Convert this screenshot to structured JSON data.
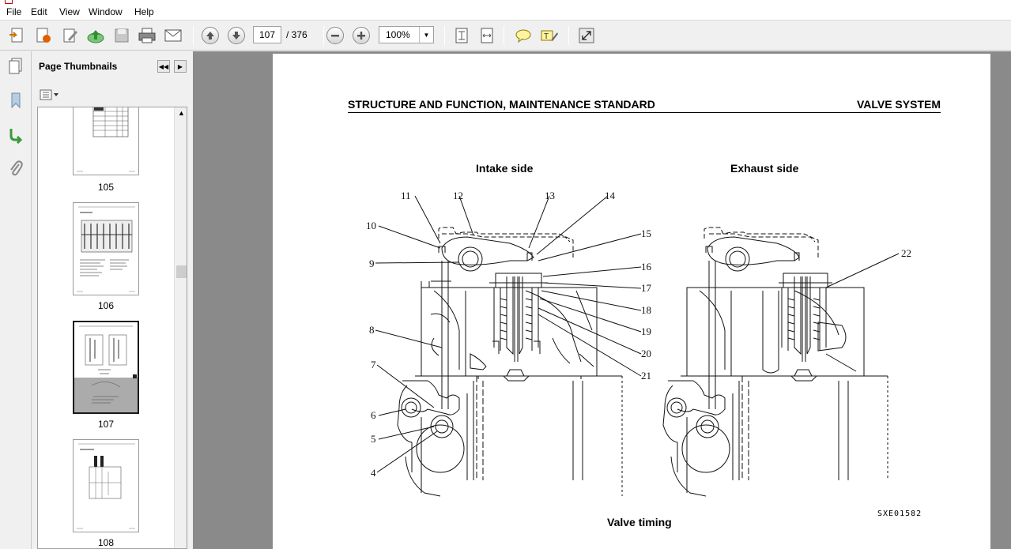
{
  "titlebar": {
    "text": ""
  },
  "menu": {
    "items": [
      "File",
      "Edit",
      "View",
      "Window",
      "Help"
    ]
  },
  "toolbar": {
    "page_current": "107",
    "page_total": "/ 376",
    "zoom": "100%",
    "icons": [
      "create-pdf-icon",
      "export-icon",
      "edit-icon",
      "upload-icon",
      "save-icon",
      "print-icon",
      "email-icon",
      "prev-page-icon",
      "next-page-icon",
      "zoom-out-icon",
      "zoom-in-icon",
      "fit-page-icon",
      "fit-width-icon",
      "comment-icon",
      "highlight-icon",
      "expand-icon"
    ]
  },
  "sidebar": {
    "title": "Page Thumbnails",
    "thumbnails": [
      {
        "label": "105",
        "selected": false
      },
      {
        "label": "106",
        "selected": false
      },
      {
        "label": "107",
        "selected": true
      },
      {
        "label": "108",
        "selected": false
      }
    ]
  },
  "document": {
    "header_left": "STRUCTURE AND FUNCTION, MAINTENANCE STANDARD",
    "header_right": "VALVE SYSTEM",
    "caption_intake": "Intake side",
    "caption_exhaust": "Exhaust side",
    "caption_bottom": "Valve timing",
    "figure_code": "SXE01582",
    "callouts": [
      "4",
      "5",
      "6",
      "7",
      "8",
      "9",
      "10",
      "11",
      "12",
      "13",
      "14",
      "15",
      "16",
      "17",
      "18",
      "19",
      "20",
      "21",
      "22"
    ]
  }
}
